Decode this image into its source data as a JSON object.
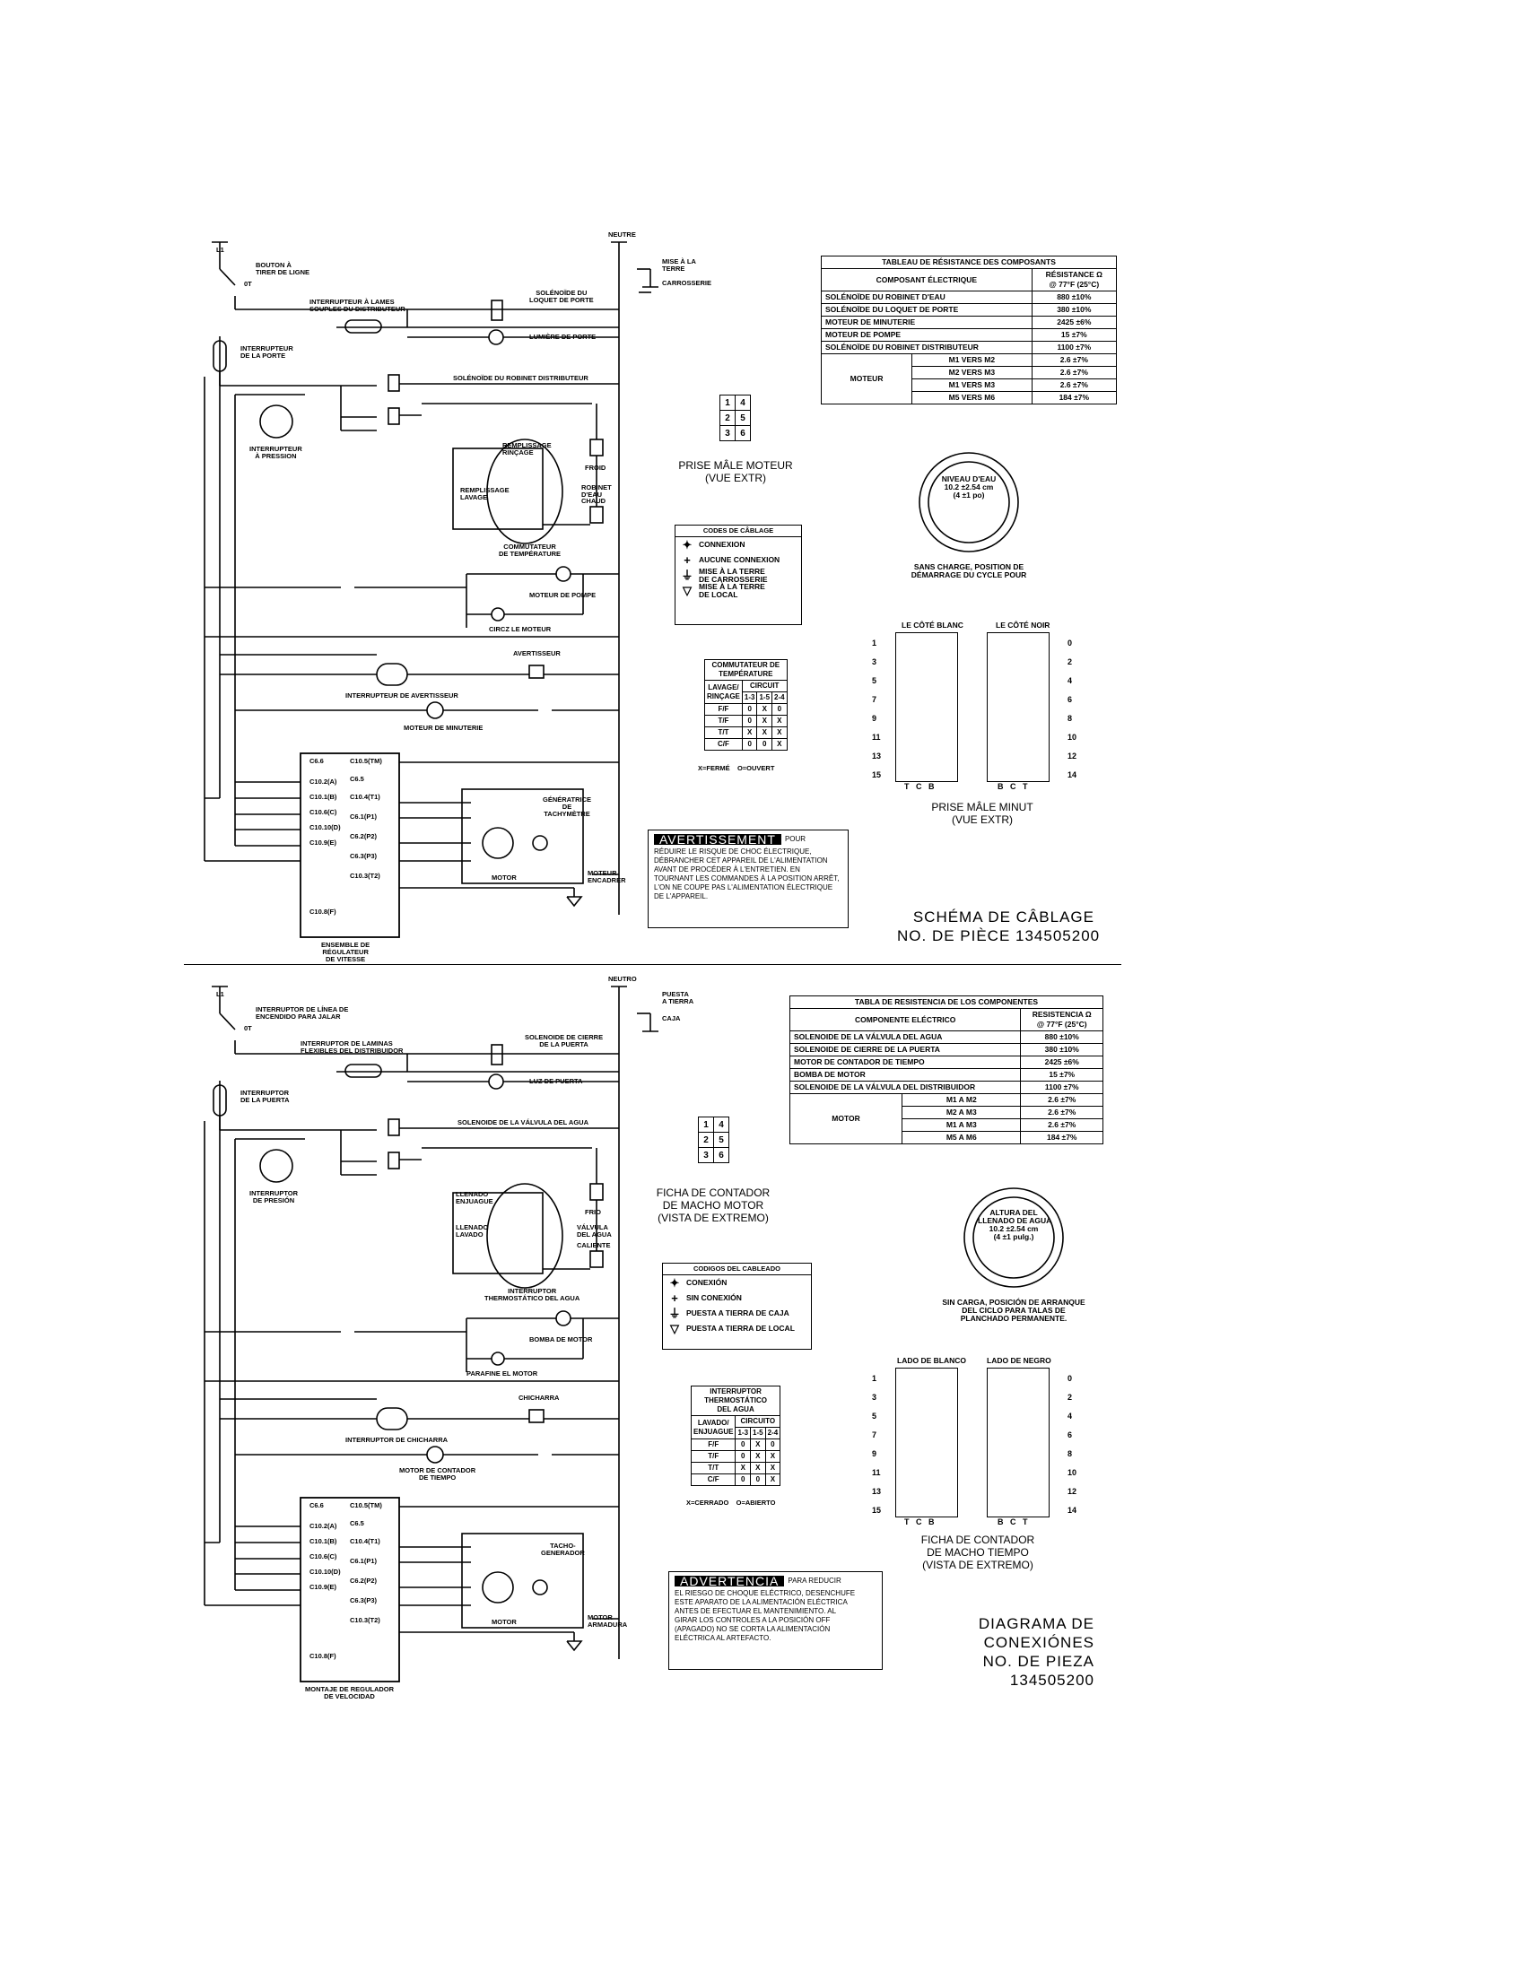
{
  "fr": {
    "labels": {
      "l1": "L1",
      "bouton": "BOUTON À\nTIRER DE LIGNE",
      "ot": "0T",
      "neutre": "NEUTRE",
      "mise_terre": "MISE À LA\nTERRE",
      "carrosserie": "CARROSSERIE",
      "interrupteur_lames": "INTERRUPTEUR À LAMES\nSOUPLES DU DISTRIBUTEUR",
      "solenoide_loquet": "SOLÉNOÏDE DU\nLOQUET DE PORTE",
      "lumiere_porte": "LUMIÈRE DE PORTE",
      "interrupteur_porte": "INTERRUPTEUR\nDE LA PORTE",
      "solenoide_robinet": "SOLÉNOÏDE DU ROBINET DISTRIBUTEUR",
      "interrupteur_pression": "INTERRUPTEUR\nÀ PRESSION",
      "remplissage_rincage": "REMPLISSAGE\nRINÇAGE",
      "remplissage_lavage": "REMPLISSAGE\nLAVAGE",
      "froid": "FROID",
      "robinet_eau": "ROBINET\nD'EAU",
      "chaud": "CHAUD",
      "commutateur_temp": "COMMUTATEUR\nDE TEMPÉRATURE",
      "moteur_pompe": "MOTEUR DE POMPE",
      "circ_moteur": "CIRCZ LE MOTEUR",
      "avertisseur": "AVERTISSEUR",
      "interrupteur_avertisseur": "INTERRUPTEUR DE AVERTISSEUR",
      "moteur_minuterie": "MOTEUR DE MINUTERIE",
      "generatrice": "GÉNÉRATRICE\nDE\nTACHYMÈTRE",
      "motor": "MOTOR",
      "moteur_encadrer": "MOTEUR\nENCADRER",
      "ensemble": "ENSEMBLE DE\nRÉGULATEUR\nDE VITESSE"
    },
    "controller_pins_left": [
      "C6.6",
      "C10.2(A)",
      "C10.1(B)",
      "C10.6(C)",
      "C10.10(D)",
      "C10.9(E)",
      "C10.8(F)"
    ],
    "controller_pins_right": [
      "C10.5(TM)",
      "C6.5",
      "C10.4(T1)",
      "C6.1(P1)",
      "C6.2(P2)",
      "C6.3(P3)",
      "C10.3(T2)"
    ],
    "resistance_table": {
      "title": "TABLEAU DE RÉSISTANCE DES COMPOSANTS",
      "col1": "COMPOSANT ÉLECTRIQUE",
      "col2": "RÉSISTANCE Ω\n@ 77°F (25°C)",
      "rows": [
        [
          "SOLÉNOÏDE DU ROBINET D'EAU",
          "880 ±10%"
        ],
        [
          "SOLÉNOÏDE DU LOQUET DE PORTE",
          "380 ±10%"
        ],
        [
          "MOTEUR DE MINUTERIE",
          "2425 ±6%"
        ],
        [
          "MOTEUR DE POMPE",
          "15 ±7%"
        ],
        [
          "SOLÉNOÏDE DU ROBINET DISTRIBUTEUR",
          "1100 ±7%"
        ]
      ],
      "motor_label": "MOTEUR",
      "motor_rows": [
        [
          "M1 VERS M2",
          "2.6 ±7%"
        ],
        [
          "M2 VERS M3",
          "2.6 ±7%"
        ],
        [
          "M1 VERS M3",
          "2.6 ±7%"
        ],
        [
          "M5 VERS M6",
          "184 ±7%"
        ]
      ]
    },
    "motor_plug_caption": "PRISE MÂLE MOTEUR\n(VUE EXTR)",
    "water_level": "NIVEAU D'EAU\n10.2 ±2.54 cm\n(4 ±1 po)",
    "water_level_note": "SANS CHARGE, POSITION DE\nDÉMARRAGE DU CYCLE POUR",
    "legend": {
      "title": "CODES DE CÂBLAGE",
      "items": [
        "CONNEXION",
        "AUCUNE CONNEXION",
        "MISE À LA TERRE\nDE CARROSSERIE",
        "MISE À LA TERRE\nDE LOCAL"
      ]
    },
    "temp_switch": {
      "title": "COMMUTATEUR DE\nTEMPÉRATURE",
      "row_head": "LAVAGE/\nRINÇAGE",
      "circuit": "CIRCUIT",
      "cols": [
        "1-3",
        "1-5",
        "2-4"
      ],
      "rows": [
        [
          "F/F",
          "0",
          "X",
          "0"
        ],
        [
          "T/F",
          "0",
          "X",
          "X"
        ],
        [
          "T/T",
          "X",
          "X",
          "X"
        ],
        [
          "C/F",
          "0",
          "0",
          "X"
        ]
      ],
      "note": "X=FERMÉ    O=OUVERT"
    },
    "timer_plug": {
      "white": "LE CÔTÉ BLANC",
      "black": "LE CÔTÉ NOIR",
      "left_nums": [
        "1",
        "3",
        "5",
        "7",
        "9",
        "11",
        "13",
        "15"
      ],
      "right_nums": [
        "0",
        "2",
        "4",
        "6",
        "8",
        "10",
        "12",
        "14"
      ],
      "white_bottom": "T   C   B",
      "black_bottom": "B   C   T",
      "caption": "PRISE MÂLE MINUT\n(VUE EXTR)"
    },
    "warning": {
      "tag": "AVERTISSEMENT",
      "pour": "POUR",
      "text": "RÉDUIRE LE RISQUE DE CHOC ÉLECTRIQUE,\nDÉBRANCHER CET APPAREIL DE L'ALIMENTATION\nAVANT DE PROCÉDER À L'ENTRETIEN. EN\nTOURNANT LES COMMANDES À LA POSITION ARRÊT,\nL'ON NE COUPE PAS L'ALIMENTATION ÉLECTRIQUE\nDE L'APPAREIL."
    },
    "title": "SCHÉMA DE CÂBLAGE\nNO. DE PIÈCE 134505200"
  },
  "es": {
    "labels": {
      "l1": "L1",
      "interruptor_linea": "INTERRUPTOR DE LÍNEA DE\nENCENDIDO PARA JALAR",
      "ot": "0T",
      "neutro": "NEUTRO",
      "puesta_tierra": "PUESTA\nA TIERRA",
      "caja": "CAJA",
      "interruptor_laminas": "INTERRUPTOR DE LAMINAS\nFLEXIBLES DEL DISTRIBUIDOR",
      "solenoide_cierre": "SOLENOIDE DE CIERRE\nDE LA PUERTA",
      "luz_puerta": "LUZ DE PUERTA",
      "interruptor_puerta": "INTERRUPTOR\nDE LA PUERTA",
      "solenoide_valvula": "SOLENOIDE DE LA VÁLVULA DEL AGUA",
      "interruptor_presion": "INTERRUPTOR\nDE PRESIÓN",
      "llenado_enjuague": "LLENADO\nENJUAGUE",
      "llenado_lavado": "LLENADO\nLAVADO",
      "frio": "FRIO",
      "valvula_agua": "VÁLVULA\nDEL AGUA",
      "caliente": "CALIENTE",
      "interruptor_termo": "INTERRUPTOR\nTHERMOSTÁTICO DEL AGUA",
      "bomba_motor": "BOMBA DE MOTOR",
      "parafine": "PARAFINE EL MOTOR",
      "chicharra": "CHICHARRA",
      "interruptor_chicharra": "INTERRUPTOR DE CHICHARRA",
      "motor_contador": "MOTOR DE CONTADOR\nDE TIEMPO",
      "tacho": "TACHO-\nGENERADOR",
      "motor": "MOTOR",
      "motor_armadura": "MOTOR\nARMADURA",
      "montaje": "MONTAJE DE REGULADOR\nDE VELOCIDAD"
    },
    "controller_pins_left": [
      "C6.6",
      "C10.2(A)",
      "C10.1(B)",
      "C10.6(C)",
      "C10.10(D)",
      "C10.9(E)",
      "C10.8(F)"
    ],
    "controller_pins_right": [
      "C10.5(TM)",
      "C6.5",
      "C10.4(T1)",
      "C6.1(P1)",
      "C6.2(P2)",
      "C6.3(P3)",
      "C10.3(T2)"
    ],
    "resistance_table": {
      "title": "TABLA DE RESISTENCIA DE LOS COMPONENTES",
      "col1": "COMPONENTE ELÉCTRICO",
      "col2": "RESISTENCIA Ω\n@ 77°F (25°C)",
      "rows": [
        [
          "SOLENOIDE DE LA VÁLVULA DEL AGUA",
          "880 ±10%"
        ],
        [
          "SOLENOIDE DE CIERRE DE LA PUERTA",
          "380 ±10%"
        ],
        [
          "MOTOR DE CONTADOR DE TIEMPO",
          "2425 ±6%"
        ],
        [
          "BOMBA DE MOTOR",
          "15 ±7%"
        ],
        [
          "SOLENOIDE DE LA VÁLVULA DEL DISTRIBUIDOR",
          "1100 ±7%"
        ]
      ],
      "motor_label": "MOTOR",
      "motor_rows": [
        [
          "M1 A M2",
          "2.6 ±7%"
        ],
        [
          "M2 A M3",
          "2.6 ±7%"
        ],
        [
          "M1 A M3",
          "2.6 ±7%"
        ],
        [
          "M5 A M6",
          "184 ±7%"
        ]
      ]
    },
    "motor_plug_caption": "FICHA DE CONTADOR\nDE MACHO MOTOR\n(VISTA DE EXTREMO)",
    "water_level": "ALTURA DEL\nLLENADO DE AGUA\n10.2 ±2.54 cm\n(4 ±1 pulg.)",
    "water_level_note": "SIN CARGA, POSICIÓN DE ARRANQUE\nDEL CICLO PARA TALAS DE\nPLANCHADO PERMANENTE.",
    "legend": {
      "title": "CODIGOS DEL CABLEADO",
      "items": [
        "CONEXIÓN",
        "SIN CONEXIÓN",
        "PUESTA A TIERRA DE CAJA",
        "PUESTA A TIERRA DE LOCAL"
      ]
    },
    "temp_switch": {
      "title": "INTERRUPTOR\nTHERMOSTÁTICO\nDEL AGUA",
      "row_head": "LAVADO/\nENJUAGUE",
      "circuit": "CIRCUITO",
      "cols": [
        "1-3",
        "1-5",
        "2-4"
      ],
      "rows": [
        [
          "F/F",
          "0",
          "X",
          "0"
        ],
        [
          "T/F",
          "0",
          "X",
          "X"
        ],
        [
          "T/T",
          "X",
          "X",
          "X"
        ],
        [
          "C/F",
          "0",
          "0",
          "X"
        ]
      ],
      "note": "X=CERRADO    O=ABIERTO"
    },
    "timer_plug": {
      "white": "LADO DE BLANCO",
      "black": "LADO DE NEGRO",
      "left_nums": [
        "1",
        "3",
        "5",
        "7",
        "9",
        "11",
        "13",
        "15"
      ],
      "right_nums": [
        "0",
        "2",
        "4",
        "6",
        "8",
        "10",
        "12",
        "14"
      ],
      "white_bottom": "T   C   B",
      "black_bottom": "B   C   T",
      "caption": "FICHA DE CONTADOR\nDE MACHO TIEMPO\n(VISTA DE EXTREMO)"
    },
    "warning": {
      "tag": "ADVERTENCIA",
      "pour": "PARA REDUCIR",
      "text": "EL RIESGO DE CHOQUE ELÉCTRICO, DESENCHUFE\nESTE APARATO DE LA ALIMENTACIÓN ELÉCTRICA\nANTES DE EFECTUAR EL MANTENIMIENTO. AL\nGIRAR LOS CONTROLES A LA POSICIÓN OFF\n(APAGADO) NO SE CORTA LA ALIMENTACIÓN\nELÉCTRICA AL ARTEFACTO."
    },
    "title": "DIAGRAMA DE\nCONEXIÓNES\nNO. DE PIEZA\n134505200"
  }
}
